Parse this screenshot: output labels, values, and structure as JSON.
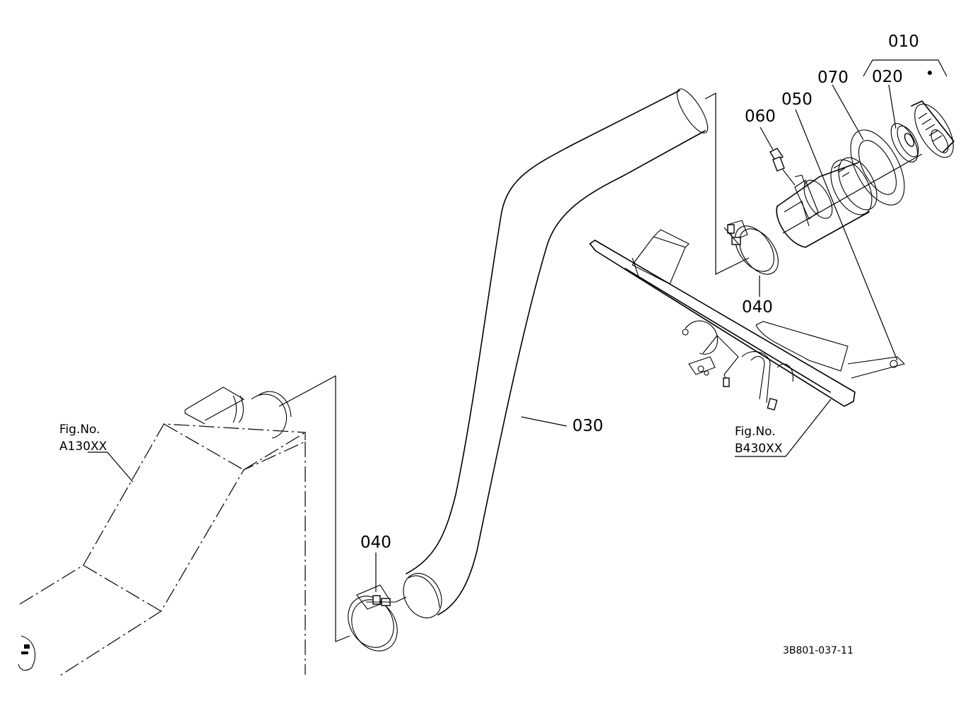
{
  "labels": {
    "p010": "010",
    "p020": "020",
    "p030": "030",
    "p040_top": "040",
    "p040_bottom": "040",
    "p050": "050",
    "p060": "060",
    "p070": "070"
  },
  "fig_refs": {
    "left_fig": "Fig.No.",
    "left_code": "A130XX",
    "right_fig": "Fig.No.",
    "right_code": "B430XX"
  },
  "drawing_number": "3B801-037-11"
}
